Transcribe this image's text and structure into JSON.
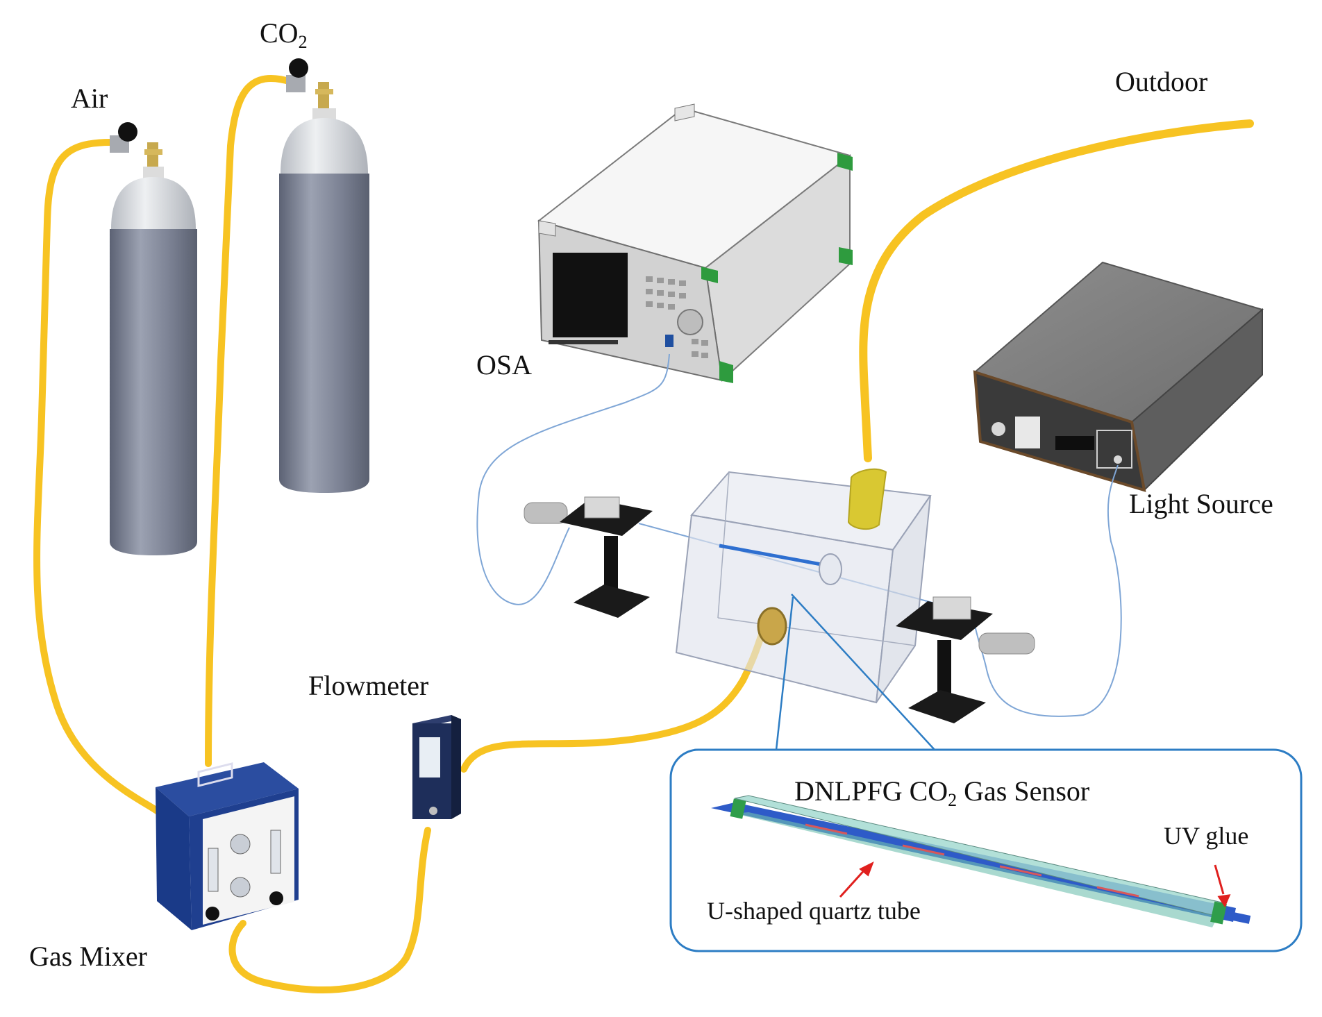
{
  "labels": {
    "air": "Air",
    "co2_main": "CO",
    "co2_sub": "2",
    "outdoor": "Outdoor",
    "osa": "OSA",
    "light_source": "Light Source",
    "flowmeter": "Flowmeter",
    "gas_mixer": "Gas Mixer",
    "sensor_title_pre": "DNLPFG CO",
    "sensor_title_sub": "2",
    "sensor_title_post": " Gas Sensor",
    "uv_glue": "UV glue",
    "quartz_tube": "U-shaped quartz tube"
  },
  "colors": {
    "gas_tube": "#F7C322",
    "fiber": "#7FA6D6",
    "cylinder_body": "#767D8E",
    "cylinder_cap": "#D6D9DE",
    "mixer_blue": "#1F3F8F",
    "inset_border": "#2D7DC4",
    "arrow": "#E0201E"
  }
}
